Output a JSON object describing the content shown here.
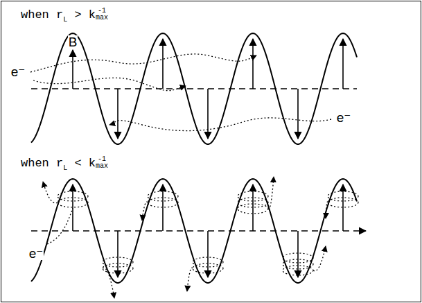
{
  "diagram": {
    "labels": [
      "when r",
      "L",
      " > k",
      "-1",
      "max",
      "B",
      "e⁻",
      "e⁻",
      "when r",
      "L",
      " < k",
      "-1",
      "max",
      "e⁻"
    ]
  }
}
